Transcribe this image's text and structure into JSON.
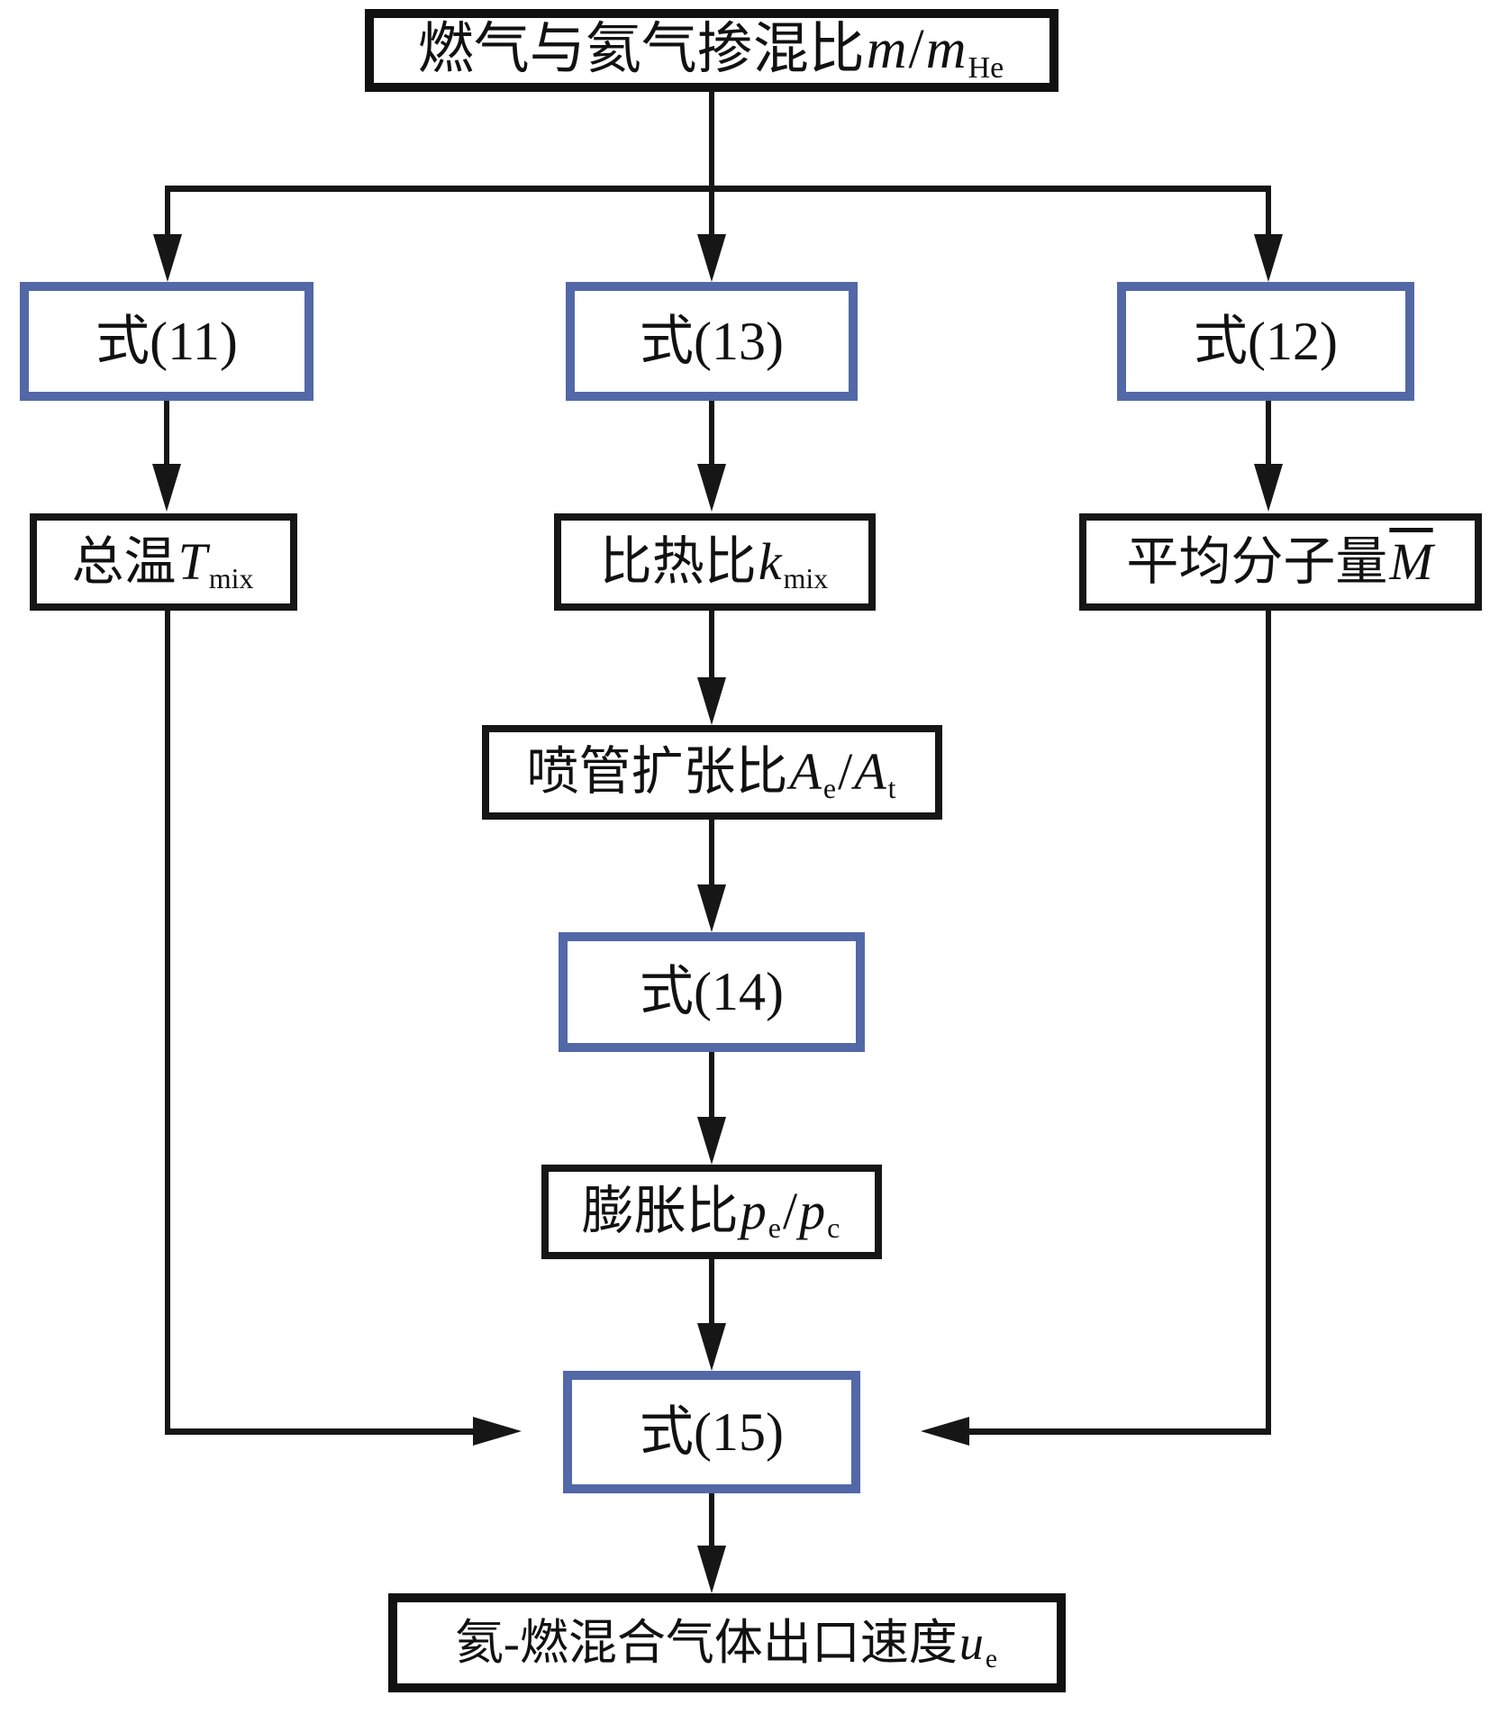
{
  "diagram_type": "flowchart",
  "colors": {
    "background": "#ffffff",
    "black_box_border": "#161616",
    "blue_box_border": "#5268a7",
    "arrow": "#161616",
    "text": "#111111"
  },
  "nodes": {
    "mix_ratio": {
      "label": "燃气与氦气掺混比",
      "var1": "m",
      "slash": "/",
      "var2": "m",
      "sub2": "He"
    },
    "eq11": {
      "label": "式(11)"
    },
    "eq13": {
      "label": "式(13)"
    },
    "eq12": {
      "label": "式(12)"
    },
    "total_temp": {
      "label": "总温",
      "var": "T",
      "sub": "mix"
    },
    "specific_heat": {
      "label": "比热比",
      "var": "k",
      "sub": "mix"
    },
    "mol_weight": {
      "label": "平均分子量",
      "var": "M"
    },
    "nozzle_ratio": {
      "label": "喷管扩张比",
      "var1": "A",
      "sub1": "e",
      "slash": "/",
      "var2": "A",
      "sub2": "t"
    },
    "eq14": {
      "label": "式(14)"
    },
    "expansion_ratio": {
      "label": "膨胀比",
      "var1": "p",
      "sub1": "e",
      "slash": "/",
      "var2": "p",
      "sub2": "c"
    },
    "eq15": {
      "label": "式(15)"
    },
    "exit_velocity": {
      "label": "氦-燃混合气体出口速度",
      "var": "u",
      "sub": "e"
    }
  },
  "edges": [
    {
      "from": "mix_ratio",
      "to": "eq11"
    },
    {
      "from": "mix_ratio",
      "to": "eq13"
    },
    {
      "from": "mix_ratio",
      "to": "eq12"
    },
    {
      "from": "eq11",
      "to": "total_temp"
    },
    {
      "from": "eq13",
      "to": "specific_heat"
    },
    {
      "from": "eq12",
      "to": "mol_weight"
    },
    {
      "from": "specific_heat",
      "to": "nozzle_ratio"
    },
    {
      "from": "nozzle_ratio",
      "to": "eq14"
    },
    {
      "from": "eq14",
      "to": "expansion_ratio"
    },
    {
      "from": "expansion_ratio",
      "to": "eq15"
    },
    {
      "from": "total_temp",
      "to": "eq15"
    },
    {
      "from": "mol_weight",
      "to": "eq15"
    },
    {
      "from": "eq15",
      "to": "exit_velocity"
    }
  ]
}
